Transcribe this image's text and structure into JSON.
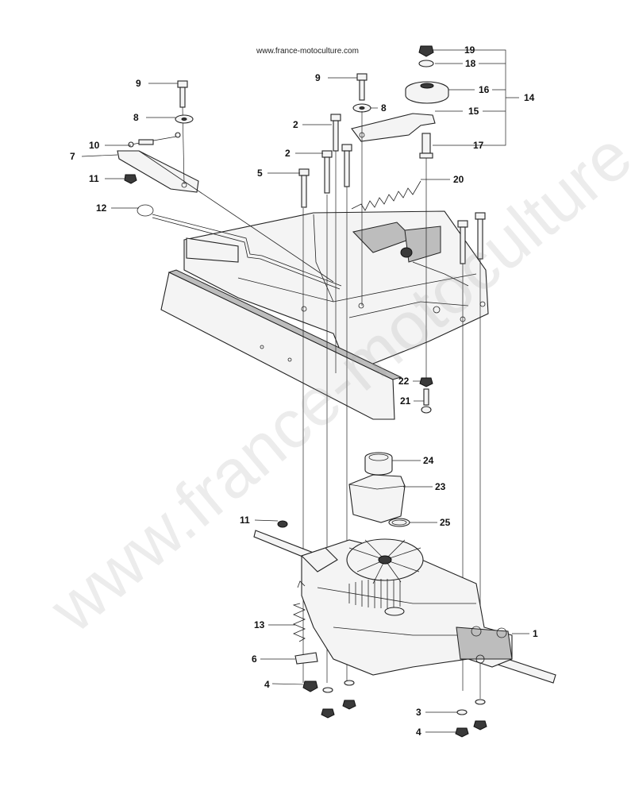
{
  "source_text": "www.france-motoculture.com",
  "watermark_text": "www.france-motoculture.com",
  "callouts": {
    "c1": "1",
    "c2a": "2",
    "c2b": "2",
    "c3": "3",
    "c4a": "4",
    "c4b": "4",
    "c5": "5",
    "c6": "6",
    "c7": "7",
    "c8a": "8",
    "c8b": "8",
    "c9a": "9",
    "c9b": "9",
    "c10": "10",
    "c11a": "11",
    "c11b": "11",
    "c12": "12",
    "c13": "13",
    "c14": "14",
    "c15": "15",
    "c16": "16",
    "c17": "17",
    "c18": "18",
    "c19": "19",
    "c20": "20",
    "c21": "21",
    "c22": "22",
    "c23": "23",
    "c24": "24",
    "c25": "25"
  }
}
